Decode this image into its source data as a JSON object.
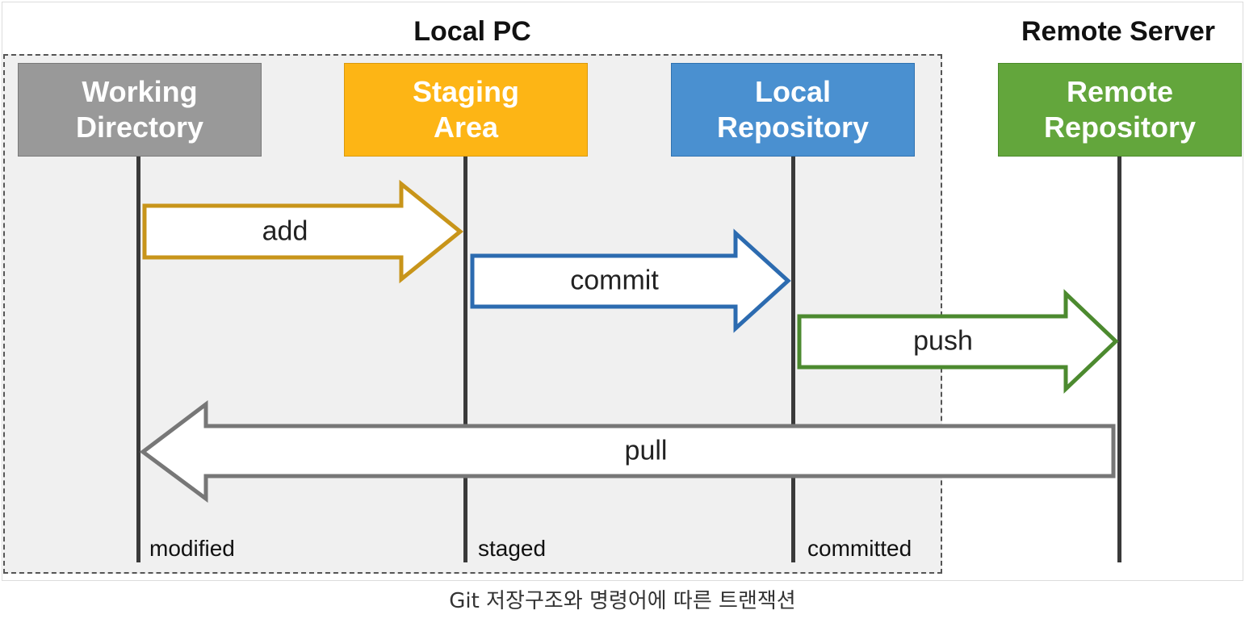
{
  "sections": {
    "local": "Local PC",
    "remote": "Remote Server"
  },
  "areas": {
    "working": {
      "line1": "Working",
      "line2": "Directory",
      "color": "#999999"
    },
    "staging": {
      "line1": "Staging",
      "line2": "Area",
      "color": "#FDB515"
    },
    "local_repo": {
      "line1": "Local",
      "line2": "Repository",
      "color": "#4A90D0"
    },
    "remote_repo": {
      "line1": "Remote",
      "line2": "Repository",
      "color": "#63A63C"
    }
  },
  "commands": {
    "add": {
      "label": "add",
      "color": "#C8951A"
    },
    "commit": {
      "label": "commit",
      "color": "#2C6BB0"
    },
    "push": {
      "label": "push",
      "color": "#4C8A2F"
    },
    "pull": {
      "label": "pull",
      "color": "#777777"
    }
  },
  "states": {
    "modified": "modified",
    "staged": "staged",
    "committed": "committed"
  },
  "caption": "Git 저장구조와 명령어에 따른 트랜잭션"
}
